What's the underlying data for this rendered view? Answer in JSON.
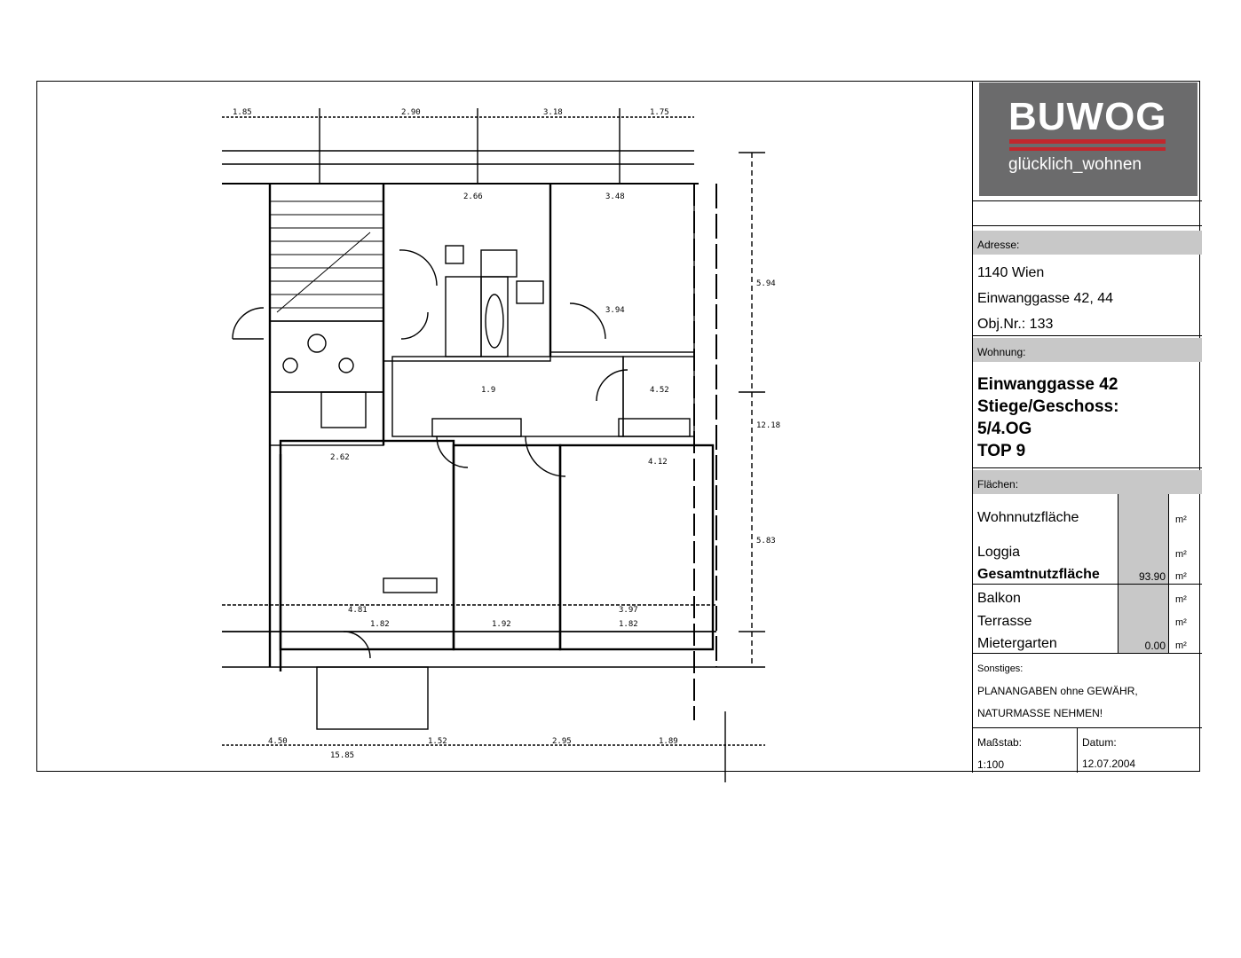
{
  "logo": {
    "brand": "BUWOG",
    "tagline": "glücklich_wohnen"
  },
  "address": {
    "header": "Adresse:",
    "city": "1140 Wien",
    "street": "Einwanggasse 42, 44",
    "object_number": "Obj.Nr.: 133"
  },
  "apartment": {
    "header": "Wohnung:",
    "line1": "Einwanggasse 42",
    "line2": "Stiege/Geschoss:",
    "line3": "5/4.OG",
    "line4": "TOP 9"
  },
  "areas": {
    "header": "Flächen:",
    "rows": [
      {
        "label": "Wohnnutzfläche",
        "value": "",
        "unit": "m²"
      },
      {
        "label": "Loggia",
        "value": "",
        "unit": "m²"
      },
      {
        "label": "Gesamtnutzfläche",
        "value": "93.90",
        "unit": "m²"
      },
      {
        "label": "Balkon",
        "value": "",
        "unit": "m²"
      },
      {
        "label": "Terrasse",
        "value": "",
        "unit": "m²"
      },
      {
        "label": "Mietergarten",
        "value": "0.00",
        "unit": "m²"
      }
    ]
  },
  "notes": {
    "header": "Sonstiges:",
    "line1": "PLANANGABEN ohne GEWÄHR,",
    "line2": "NATURMASSE NEHMEN!"
  },
  "scale": {
    "label": "Maßstab:",
    "value": "1:100"
  },
  "date": {
    "label": "Datum:",
    "value": "12.07.2004"
  },
  "plan": {
    "dims_top": [
      "1.85",
      "2.90",
      "3.18",
      "1.75"
    ],
    "dims_bottom": [
      "4.50",
      "1.52",
      "2.95",
      "1.89",
      "15.85"
    ],
    "dims_right": [
      "5.94",
      "12.18",
      "5.83"
    ],
    "room_labels": [
      "2.66",
      "3.48",
      "3.94",
      "4.81",
      "3.97",
      "4.52",
      "1.82",
      "1.92",
      "1.82",
      "2.62",
      "1.9",
      "4.12"
    ]
  }
}
